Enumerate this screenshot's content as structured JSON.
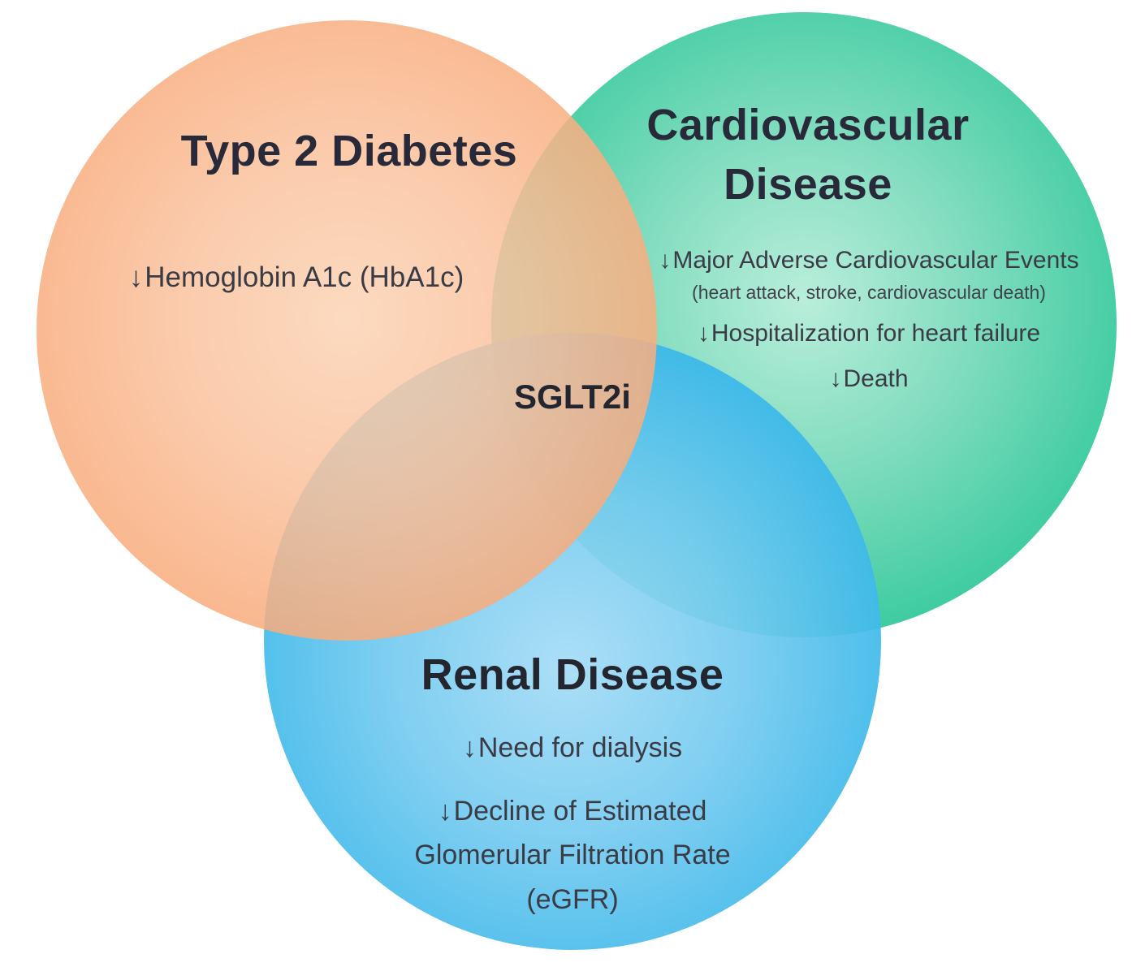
{
  "icons": {
    "down_arrow": "↓"
  },
  "venn": {
    "center_label": "SGLT2i",
    "colors": {
      "diabetes_edge": "#f59a68",
      "diabetes_center": "#fbd4b6",
      "cardiovascular_edge": "#14c28e",
      "cardiovascular_center": "#b9eedb",
      "renal_edge": "#12a6e2",
      "renal_center": "#a5dcf6",
      "title_text": "#282a39",
      "body_text": "#3a3b45"
    },
    "circles": [
      {
        "id": "diabetes",
        "title": "Type 2 Diabetes",
        "items": [
          {
            "text": "Hemoglobin A1c (HbA1c)"
          }
        ]
      },
      {
        "id": "cardiovascular",
        "title": "Cardiovascular Disease",
        "items": [
          {
            "text": "Major Adverse Cardiovascular Events",
            "subtext": "(heart attack, stroke, cardiovascular death)"
          },
          {
            "text": "Hospitalization for heart failure"
          },
          {
            "text": "Death"
          }
        ]
      },
      {
        "id": "renal",
        "title": "Renal Disease",
        "items": [
          {
            "text": "Need for dialysis"
          },
          {
            "text": "Decline of Estimated Glomerular Filtration Rate (eGFR)"
          }
        ]
      }
    ]
  }
}
